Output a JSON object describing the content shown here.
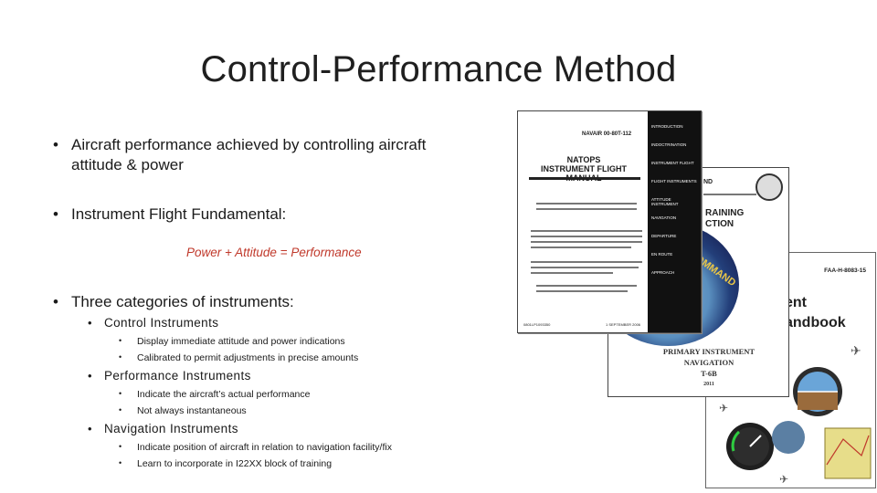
{
  "slide": {
    "title": "Control-Performance Method",
    "bullets": [
      {
        "text": "Aircraft performance achieved by controlling aircraft attitude & power"
      },
      {
        "text": "Instrument Flight Fundamental:"
      },
      {
        "text": "Three categories of instruments:"
      }
    ],
    "formula": "Power + Attitude = Performance",
    "categories": [
      {
        "label": "Control Instruments",
        "items": [
          "Display immediate attitude and power indications",
          "Calibrated to permit adjustments in precise amounts"
        ]
      },
      {
        "label": "Performance Instruments",
        "items": [
          "Indicate the aircraft’s actual performance",
          "Not always instantaneous"
        ]
      },
      {
        "label": "Navigation Instruments",
        "items": [
          "Indicate position of aircraft in relation to navigation facility/fix",
          "Learn to incorporate in I22XX block of training"
        ]
      }
    ]
  },
  "documents": {
    "natops": {
      "id": "NAVAIR 00-80T-112",
      "title_line1": "NATOPS",
      "title_line2": "INSTRUMENT FLIGHT MANUAL",
      "footer_left": "0801LP1093350",
      "footer_right": "1 SEPTEMBER 2006",
      "tabs": [
        "INTRODUCTION",
        "INDOCTRINATION",
        "INSTRUMENT FLIGHT",
        "FLIGHT INSTRUMENTS",
        "ATTITUDE INSTRUMENT",
        "NAVIGATION",
        "DEPARTURE",
        "EN ROUTE",
        "APPROACH"
      ]
    },
    "training": {
      "line_a": "ND",
      "line_b": "RAINING",
      "line_c": "CTION",
      "globe_text": "ING COMMAND",
      "foot_line1": "PRIMARY INSTRUMENT",
      "foot_line2": "NAVIGATION",
      "foot_line3": "T-6B",
      "foot_line4": "2011"
    },
    "faa": {
      "id": "FAA-H-8083-15",
      "word1": "ent",
      "word2": "andbook"
    }
  }
}
